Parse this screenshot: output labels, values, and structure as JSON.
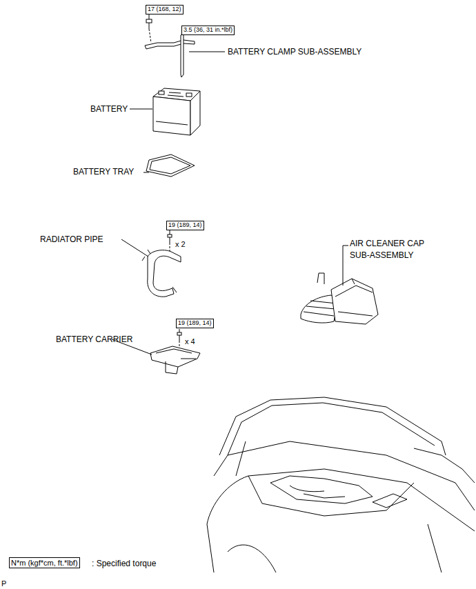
{
  "diagram": {
    "nodes": [
      {
        "text": [
          "17 (168, 12)"
        ]
      },
      {
        "text": [
          "3.5 (36, 31 in.*lbf)"
        ]
      },
      {
        "text": [
          "19 (189, 14)"
        ]
      },
      {
        "text": [
          "19 (189, 14)"
        ]
      },
      {
        "text": [
          "N*m (kgf*cm, ft.*lbf)"
        ]
      }
    ],
    "labels": [
      "BATTERY CLAMP SUB-ASSEMBLY",
      "BATTERY",
      "BATTERY TRAY",
      "RADIATOR PIPE",
      "x 2",
      "AIR CLEANER CAP SUB-ASSEMBLY",
      "x 4",
      "BATTERY CARRIER",
      ": Specified torque",
      "P"
    ]
  }
}
